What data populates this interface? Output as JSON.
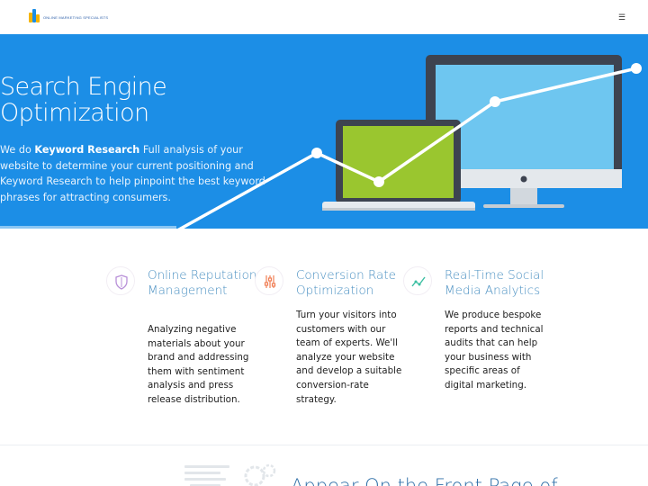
{
  "header": {
    "logo_text": "ONLINE MARKETING SPECIALISTS",
    "menu_icon": "hamburger-icon"
  },
  "hero": {
    "title_line1": "Search Engine",
    "title_line2": "Optimization",
    "desc_prefix": "We do ",
    "desc_bold": "Keyword Research",
    "desc_rest": " Full analysis of your website to determine your current positioning and Keyword Research to help pinpoint the best keyword phrases for attracting consumers.",
    "accent_color": "#1c8ee6"
  },
  "features": [
    {
      "icon": "shield-icon",
      "title": "Online Reputation Management",
      "text": "Analyzing negative materials about your brand and addressing them with sentiment analysis and press release distribution."
    },
    {
      "icon": "sliders-icon",
      "title": "Conversion Rate Optimization",
      "text": "Turn your visitors into customers with our team of experts. We'll analyze your website and develop a suitable conversion-rate strategy."
    },
    {
      "icon": "chart-line-icon",
      "title": "Real-Time Social Media Analytics",
      "text": "We produce bespoke reports and technical audits that can help your business with specific areas of digital marketing."
    }
  ],
  "bottom": {
    "title": "Appear On the Front Page of"
  }
}
